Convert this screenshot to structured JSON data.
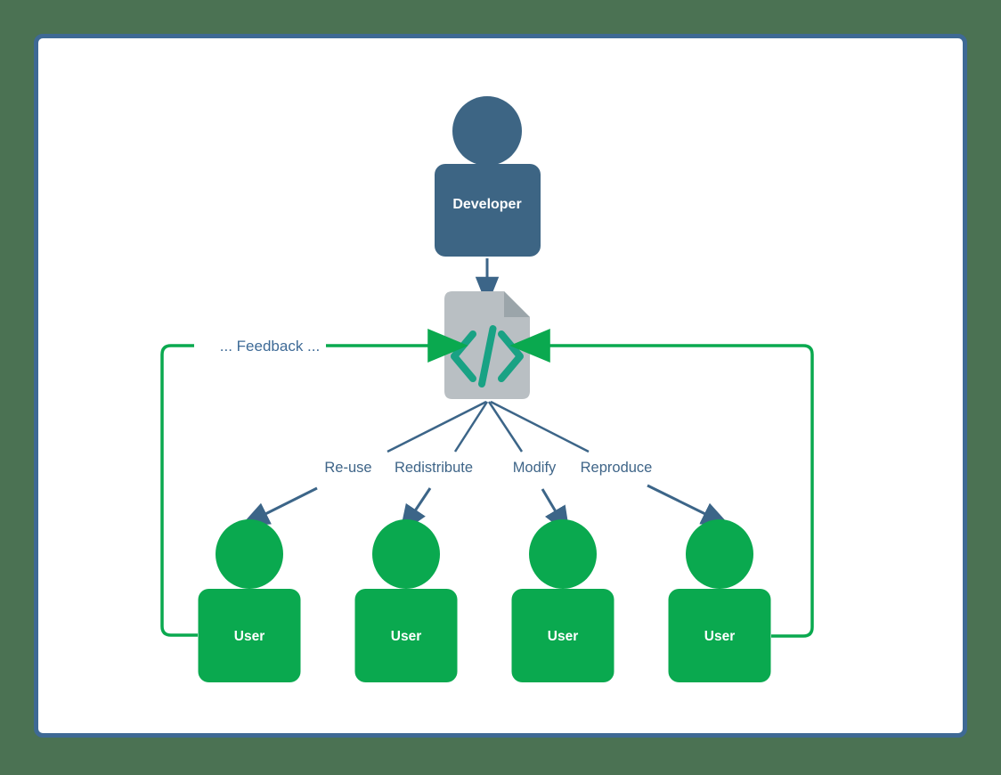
{
  "window": {
    "background": "#4b7253",
    "card_border": "#3e6994",
    "card_background": "#ffffff"
  },
  "palette": {
    "node_blue": "#3d6584",
    "node_green": "#0aa94f",
    "arrow_blue": "#3c6588",
    "arrow_green": "#0aa94f",
    "doc_gray": "#b9bfc3",
    "doc_fold_gray": "#9ba5aa",
    "code_teal": "#19a284",
    "label_blue": "#3f6588",
    "feedback_text_blue": "#3f6b97",
    "node_text": "#ffffff"
  },
  "diagram": {
    "developer": {
      "label": "Developer",
      "icon": "person-icon"
    },
    "code_file": {
      "icon": "code-file-icon",
      "glyph": "</>"
    },
    "feedback": {
      "label": "... Feedback ..."
    },
    "actions": [
      {
        "label": "Re-use"
      },
      {
        "label": "Redistribute"
      },
      {
        "label": "Modify"
      },
      {
        "label": "Reproduce"
      }
    ],
    "users": [
      {
        "label": "User",
        "icon": "person-icon"
      },
      {
        "label": "User",
        "icon": "person-icon"
      },
      {
        "label": "User",
        "icon": "person-icon"
      },
      {
        "label": "User",
        "icon": "person-icon"
      }
    ]
  }
}
